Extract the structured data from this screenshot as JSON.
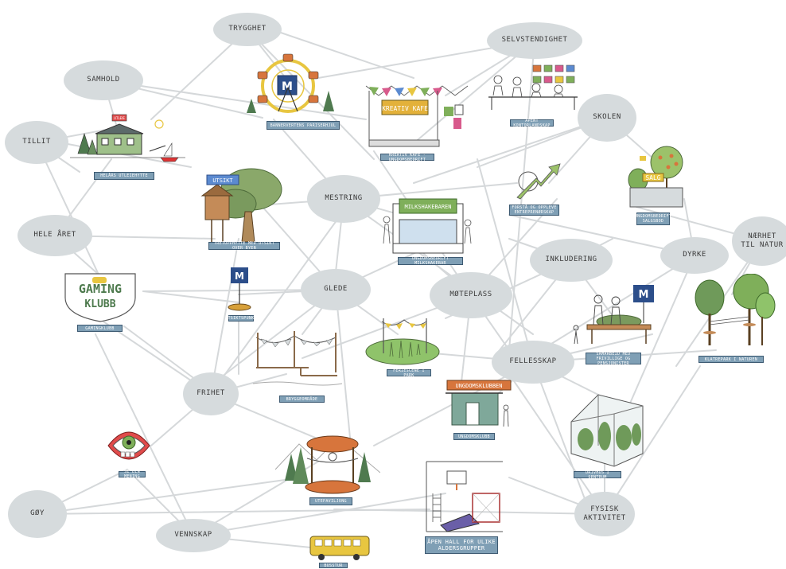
{
  "bubbles": {
    "trygghet": "TRYGGHET",
    "selvstendighet": "SELVSTENDIGHET",
    "samhold": "SAMHOLD",
    "tillit": "TILLIT",
    "skolen": "SKOLEN",
    "hele_aret": "HELE ÅRET",
    "mestring": "MESTRING",
    "inkludering": "INKLUDERING",
    "dyrke": "DYRKE",
    "naerhet_til_natur": "NÆRHET\nTIL NATUR",
    "glede": "GLEDE",
    "moteplass": "MØTEPLASS",
    "fellesskap": "FELLESSKAP",
    "frihet": "FRIHET",
    "goy": "GØY",
    "vennskap": "VENNSKAP",
    "fysisk_aktivitet": "FYSISK\nAKTIVITET"
  },
  "captions": {
    "hytte": "HELÅRS UTLEIEHYTTE",
    "pariserhjul": "BANNERVERTENS PARISERHJUL",
    "kafe": "KREATIV KAFE - UNGDOMSBEDRIFT",
    "kontor": "ÅPENT KONTORLANDSKAP",
    "tretopp": "TRETOPPHYTTE MED UTSIKT OVER BYEN",
    "milkshake": "UNGDOMSBEDRIFT MILKSHAKEBAR",
    "vekst": "FORSTÅ OG OPPLEVE ENTREPRENØRSKAP",
    "salg": "UNGDOMSBEDRIFT SALGSBOD",
    "gaming": "GAMINGKLUBB",
    "plattform": "UTSIKTSPUNKT",
    "brygge": "BRYGGEOMRÅDE",
    "scene": "FERIESCENE I PARK",
    "benk": "SAMARBEID MED FRIVILLIGE OG PENSJONISTER",
    "klatre": "KLATREPARK I NATUREN",
    "klubb": "UNGDOMSKLUBB",
    "munn": "SI DIN MENING",
    "paviljong": "UTEPAVILJONG",
    "drivhus": "DRIVHUS I SENTRUM",
    "hall": "ÅPEN HALL FOR ULIKE\nALDERSGRUPPER",
    "buss": "BUSSTUR"
  },
  "signs": {
    "kafe": "KREATIV KAFE",
    "milkshake": "MILKSHAKEBAREN",
    "salg": "SALG",
    "klubb": "UNGDOMSKLUBBEN",
    "gaming_top": "GAMING",
    "gaming_bottom": "KLUBB",
    "tretopp": "UTSIKT",
    "hytte": "UTLEIE",
    "m_logo": "M"
  },
  "colors": {
    "bubble": "#d6dbdd",
    "caption": "#7f9fb5",
    "line": "#d5d8da",
    "accent_blue": "#2c4e8a",
    "accent_yellow": "#e8c640",
    "accent_orange": "#d7753c",
    "accent_green": "#7faf5a"
  }
}
